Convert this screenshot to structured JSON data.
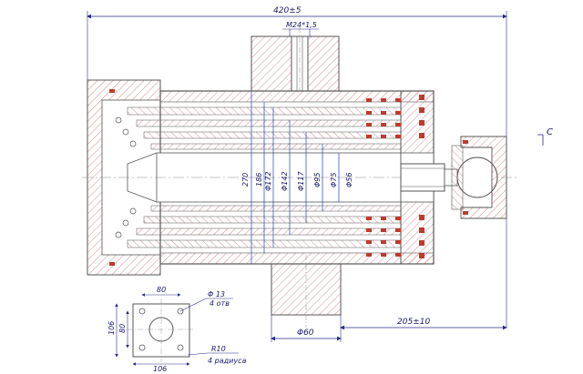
{
  "drawing": {
    "colors": {
      "outline": "#555555",
      "hatch": "#c07070",
      "dimension": "#2a2a8a",
      "seal": "#c0392b",
      "blue_dim": "#1f3fbf",
      "paper": "#ffffff"
    },
    "dimensions": {
      "overall_length": "420±5",
      "thread": "M24*1,5",
      "stroke": "205±10",
      "port_dia": "Φ60",
      "section_mark": "C",
      "heights": [
        "270",
        "186"
      ],
      "diameters": [
        "Φ172",
        "Φ142",
        "Φ117",
        "Φ95",
        "Φ75",
        "Φ56"
      ]
    },
    "flange": {
      "width_top": "80",
      "width_bottom": "106",
      "height_outer": "106",
      "height_inner": "80",
      "hole_dia": "Φ 13",
      "hole_count": "4 отв",
      "radius": "R10",
      "radius_count": "4 радиуса"
    }
  }
}
